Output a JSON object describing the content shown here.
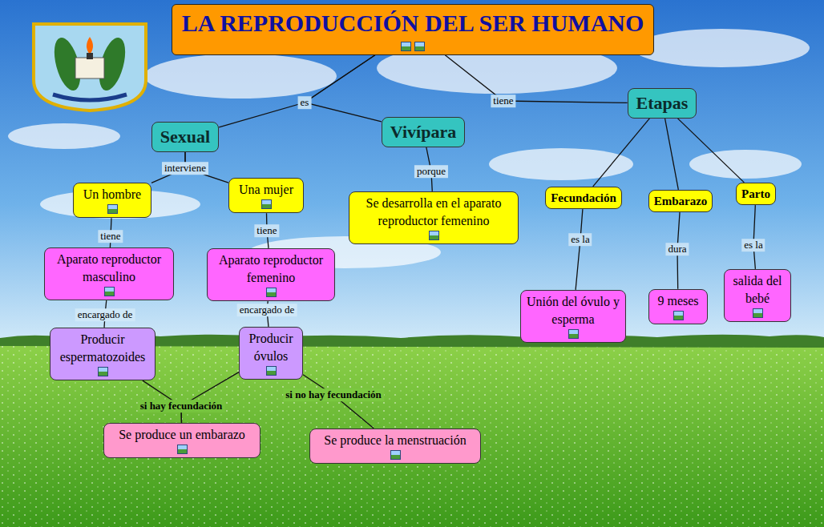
{
  "diagram": {
    "nodes": [
      {
        "text": [
          "LA REPRODUCCIÓN DEL SER HUMANO"
        ]
      },
      {
        "text": [
          "Sexual"
        ]
      },
      {
        "text": [
          "Vivípara"
        ]
      },
      {
        "text": [
          "Etapas"
        ]
      },
      {
        "text": [
          "Un hombre"
        ]
      },
      {
        "text": [
          "Una mujer"
        ]
      },
      {
        "text": [
          "Se desarrolla en el aparato reproductor femenino"
        ]
      },
      {
        "text": [
          "Fecundación"
        ]
      },
      {
        "text": [
          "Embarazo"
        ]
      },
      {
        "text": [
          "Parto"
        ]
      },
      {
        "text": [
          "Aparato reproductor masculino"
        ]
      },
      {
        "text": [
          "Aparato reproductor femenino"
        ]
      },
      {
        "text": [
          "Unión del óvulo y esperma"
        ]
      },
      {
        "text": [
          "9 meses"
        ]
      },
      {
        "text": [
          "salida del bebé"
        ]
      },
      {
        "text": [
          "Producir espermatozoides"
        ]
      },
      {
        "text": [
          "Producir óvulos"
        ]
      },
      {
        "text": [
          "Se produce un embarazo"
        ]
      },
      {
        "text": [
          "Se produce la menstruación"
        ]
      }
    ],
    "edges": [
      {
        "from": 0,
        "to": 1,
        "label": "es",
        "arrow": "none"
      },
      {
        "from": 0,
        "to": 2,
        "arrow": "none"
      },
      {
        "from": 0,
        "to": 3,
        "label": "tiene",
        "arrow": "none"
      },
      {
        "from": 1,
        "to": 4,
        "label": "interviene",
        "arrow": "none"
      },
      {
        "from": 1,
        "to": 5,
        "arrow": "none"
      },
      {
        "from": 2,
        "to": 6,
        "label": "porque",
        "arrow": "none"
      },
      {
        "from": 3,
        "to": 7,
        "arrow": "none"
      },
      {
        "from": 3,
        "to": 8,
        "arrow": "none"
      },
      {
        "from": 3,
        "to": 9,
        "arrow": "none"
      },
      {
        "from": 4,
        "to": 10,
        "label": "tiene",
        "arrow": "none"
      },
      {
        "from": 5,
        "to": 11,
        "label": "tiene",
        "arrow": "none"
      },
      {
        "from": 10,
        "to": 15,
        "label": "encargado de",
        "arrow": "none"
      },
      {
        "from": 11,
        "to": 16,
        "label": "encargado de",
        "arrow": "none"
      },
      {
        "from": 15,
        "to": 17,
        "label": "si hay fecundación",
        "arrow": "none"
      },
      {
        "from": 16,
        "to": 17,
        "arrow": "none"
      },
      {
        "from": 16,
        "to": 18,
        "label": "si no hay fecundación",
        "arrow": "none"
      },
      {
        "from": 7,
        "to": 12,
        "label": "es la",
        "arrow": "none"
      },
      {
        "from": 8,
        "to": 13,
        "label": "dura",
        "arrow": "none"
      },
      {
        "from": 9,
        "to": 14,
        "label": "es la",
        "arrow": "none"
      }
    ]
  }
}
